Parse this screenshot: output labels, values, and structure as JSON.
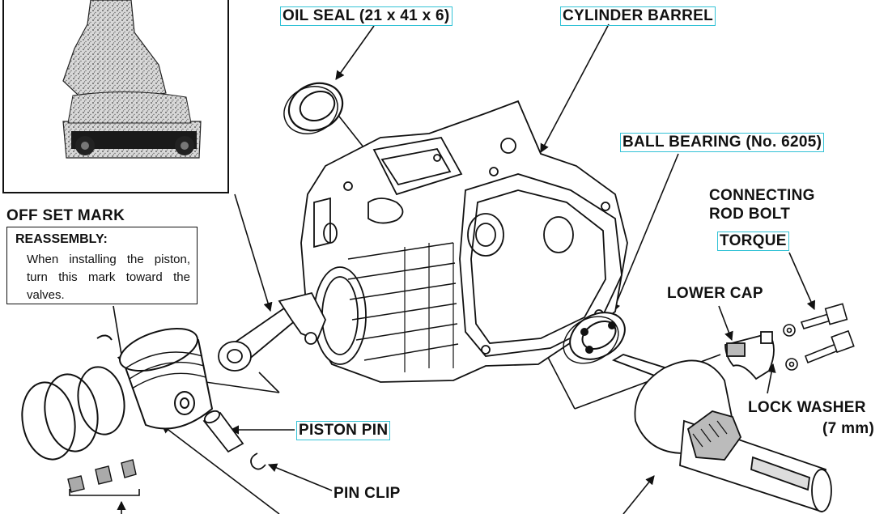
{
  "labels": {
    "oil_seal": "OIL SEAL (21 x 41 x 6)",
    "cylinder_barrel": "CYLINDER BARREL",
    "ball_bearing": "BALL BEARING (No. 6205)",
    "connecting_rod_bolt_line1": "CONNECTING",
    "connecting_rod_bolt_line2": "ROD BOLT",
    "torque": "TORQUE",
    "lower_cap": "LOWER CAP",
    "lock_washer_line1": "LOCK WASHER",
    "lock_washer_line2": "(7 mm)",
    "piston_pin": "PISTON PIN",
    "pin_clip": "PIN CLIP",
    "off_set_mark": "OFF SET MARK"
  },
  "note": {
    "title": "REASSEMBLY:",
    "body": "When installing the piston, turn this mark toward the valves."
  },
  "colors": {
    "label_box": "#33c2d6",
    "ink": "#111111"
  }
}
